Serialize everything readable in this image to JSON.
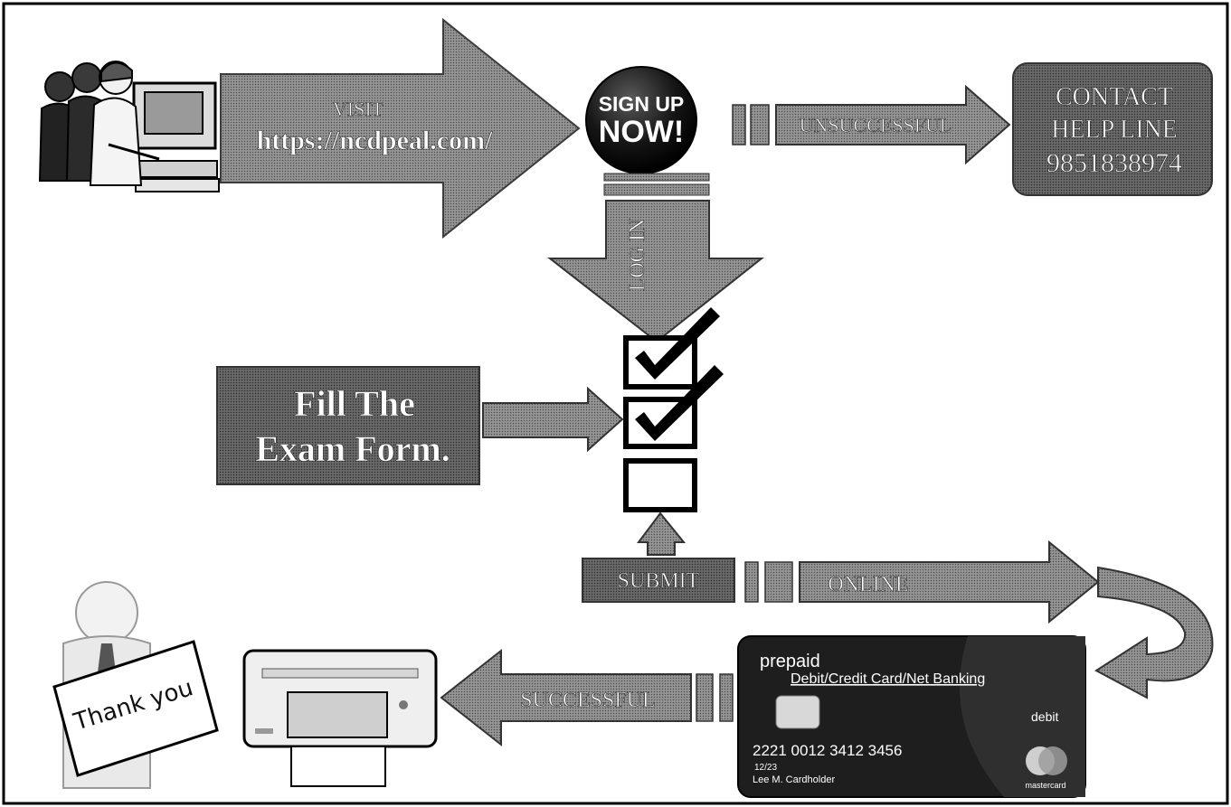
{
  "step_visit": {
    "line1": "VISIT",
    "line2": "https://ncdpeal.com/"
  },
  "signup_badge": {
    "line1": "SIGN UP",
    "line2": "NOW!"
  },
  "arrow_unsuccessful": {
    "label": "UNSUCCESSFUL"
  },
  "contact_box": {
    "line1": "CONTACT",
    "line2": "HELP LINE",
    "line3": "9851838974"
  },
  "arrow_login": {
    "label": "LOG IN"
  },
  "fill_form": {
    "line1": "Fill The",
    "line2": "Exam Form."
  },
  "submit_box": {
    "label": "SUBMIT"
  },
  "arrow_online": {
    "label": "ONLINE"
  },
  "card": {
    "brand_line": "prepaid",
    "methods": "Debit/Credit Card/Net Banking",
    "type": "debit",
    "number": "2221 0012 3412 3456",
    "expiry": "12/23",
    "holder": "Lee M. Cardholder",
    "network": "mastercard"
  },
  "arrow_successful": {
    "label": "SUCCESSFUL"
  },
  "thank_you_sign": {
    "text": "Thank you"
  },
  "colors": {
    "arrow_fill": "#7a7a7a",
    "box_fill": "#6e6e6e",
    "card_fill": "#1e1e1e",
    "badge_fill": "#111111"
  }
}
